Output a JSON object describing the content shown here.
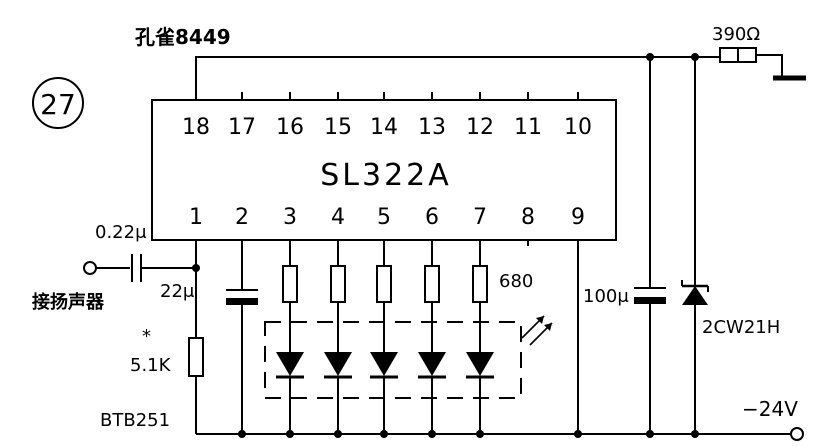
{
  "title": "孔雀8449",
  "figure_number": "27",
  "ic": {
    "name": "SL322A",
    "top_pins": [
      "18",
      "17",
      "16",
      "15",
      "14",
      "13",
      "12",
      "11",
      "10"
    ],
    "bottom_pins": [
      "1",
      "2",
      "3",
      "4",
      "5",
      "6",
      "7",
      "8",
      "9"
    ]
  },
  "components": {
    "input_capacitor": "0.22μ",
    "input_label": "接扬声器",
    "cap_pin2": "22μ",
    "input_resistor_mark": "*",
    "input_resistor": "5.1K",
    "led_resistor": "680",
    "filter_capacitor": "100μ",
    "zener": "2CW21H",
    "series_resistor": "390Ω",
    "led_array": "BTB251",
    "supply": "−24V"
  },
  "colors": {
    "ink": "#000000",
    "paper": "#ffffff"
  }
}
